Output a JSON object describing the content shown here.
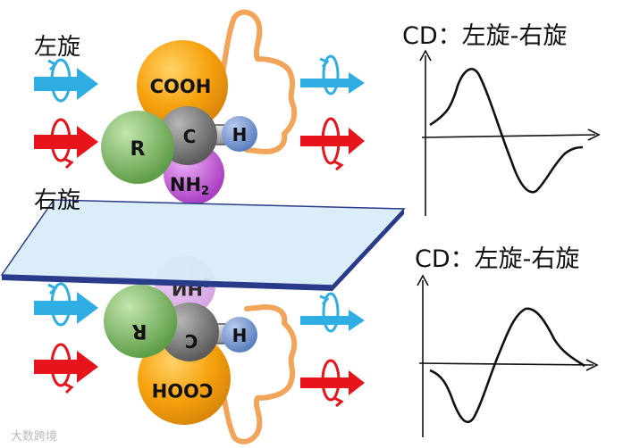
{
  "labels": {
    "left_top": "左旋",
    "right_top": "右旋"
  },
  "cd_titles": {
    "top": "CD：左旋-右旋",
    "bottom": "CD：左旋-右旋"
  },
  "molecule": {
    "cooh": "COOH",
    "c": "C",
    "h": "H",
    "r": "R",
    "nh2": "NH",
    "nh2_sub": "2"
  },
  "mirror_molecule": {
    "cooh": "COOH",
    "c": "C",
    "h": "H",
    "r": "R",
    "nh2": "NH",
    "nh2_sub": "2"
  },
  "colors": {
    "blue_arrow": "#2eaee3",
    "red_arrow": "#e8141b",
    "cooh": "#f7a20c",
    "carbon": "#757575",
    "hydrogen": "#6f8fc8",
    "r_group": "#7dbb62",
    "nh2": "#c65ad8",
    "thumb": "#f2a45a",
    "mirror": "#d7ebf7"
  },
  "watermark": "大数跨境"
}
